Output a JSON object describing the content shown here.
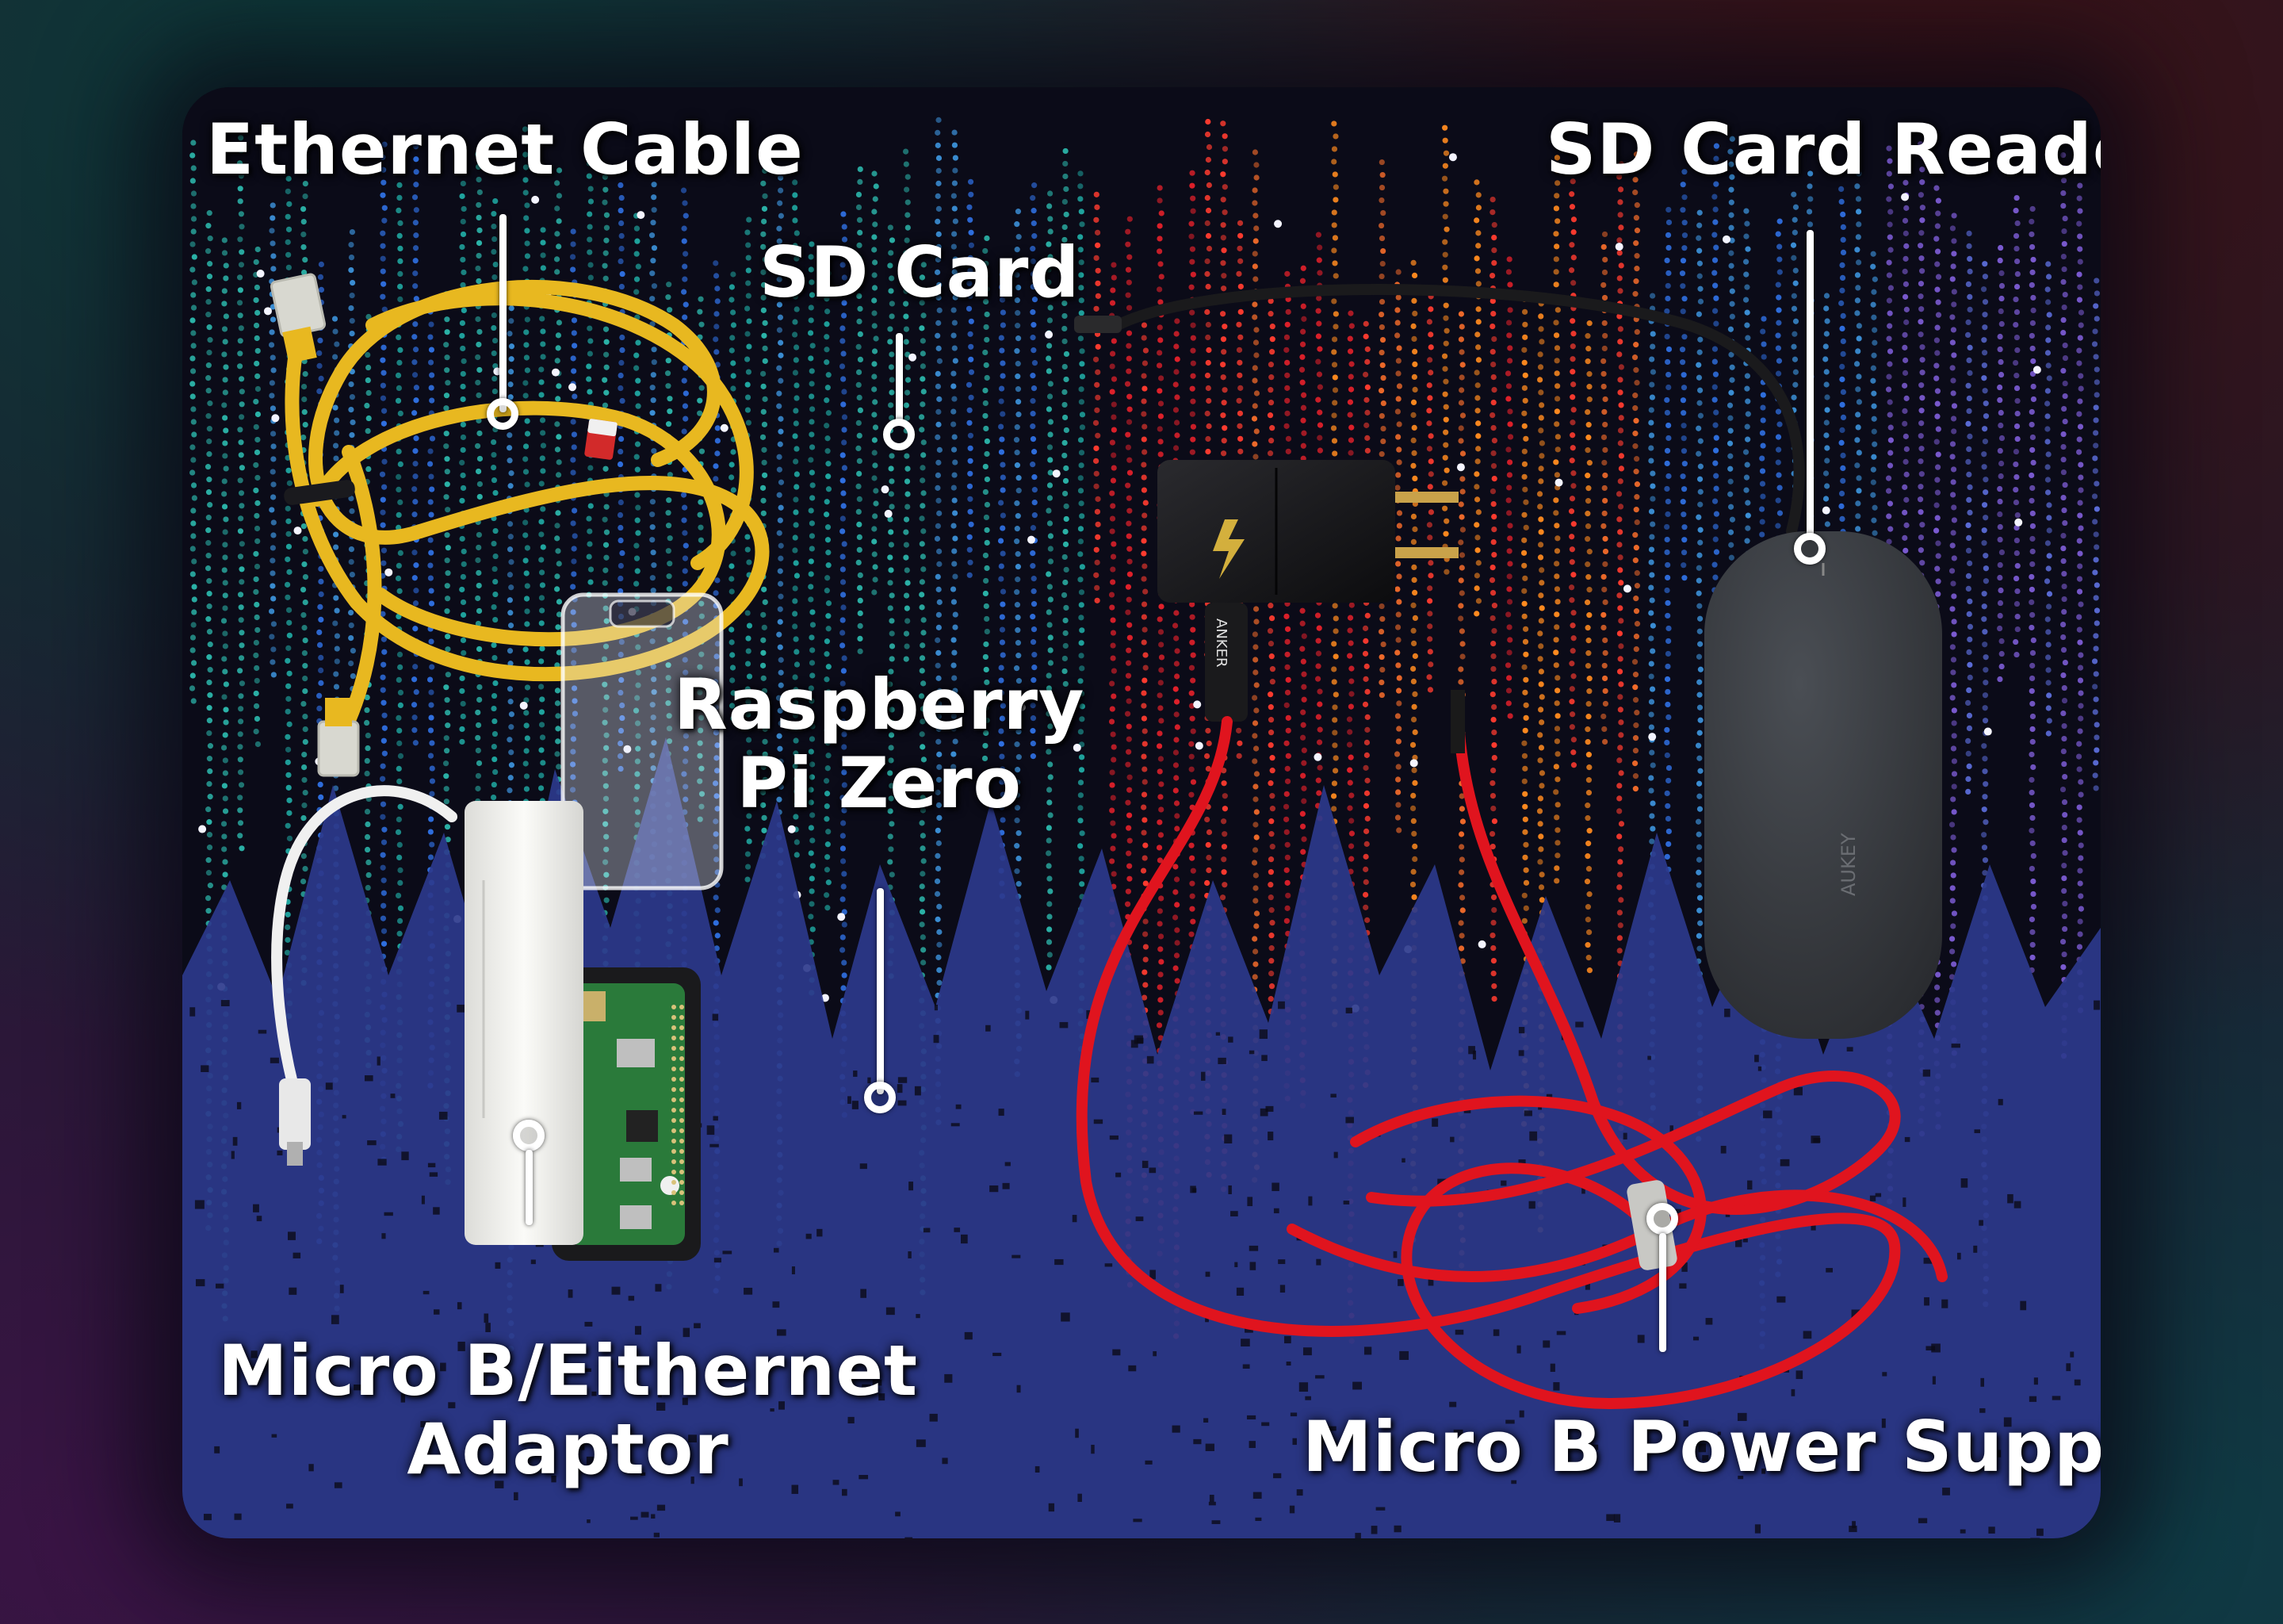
{
  "labels": {
    "ethernet_cable": "Ethernet Cable",
    "sd_card": "SD Card",
    "sd_card_reader": "SD Card Reader",
    "raspberry_pi_line1": "Raspberry",
    "raspberry_pi_line2": "Pi Zero",
    "adaptor_line1": "Micro B/Eithernet",
    "adaptor_line2": "Adaptor",
    "power_supply": "Micro B Power Supply"
  },
  "device_print": {
    "charger_brand": "ANKER",
    "reader_brand": "AUKEY"
  },
  "colors": {
    "ethernet_cable": "#e8b820",
    "power_cable": "#e0141e",
    "sd_card_reader": "#3a3d42",
    "charger": "#141416",
    "adaptor": "#f2f2f0",
    "mat_forest": "#2c3a8c"
  }
}
